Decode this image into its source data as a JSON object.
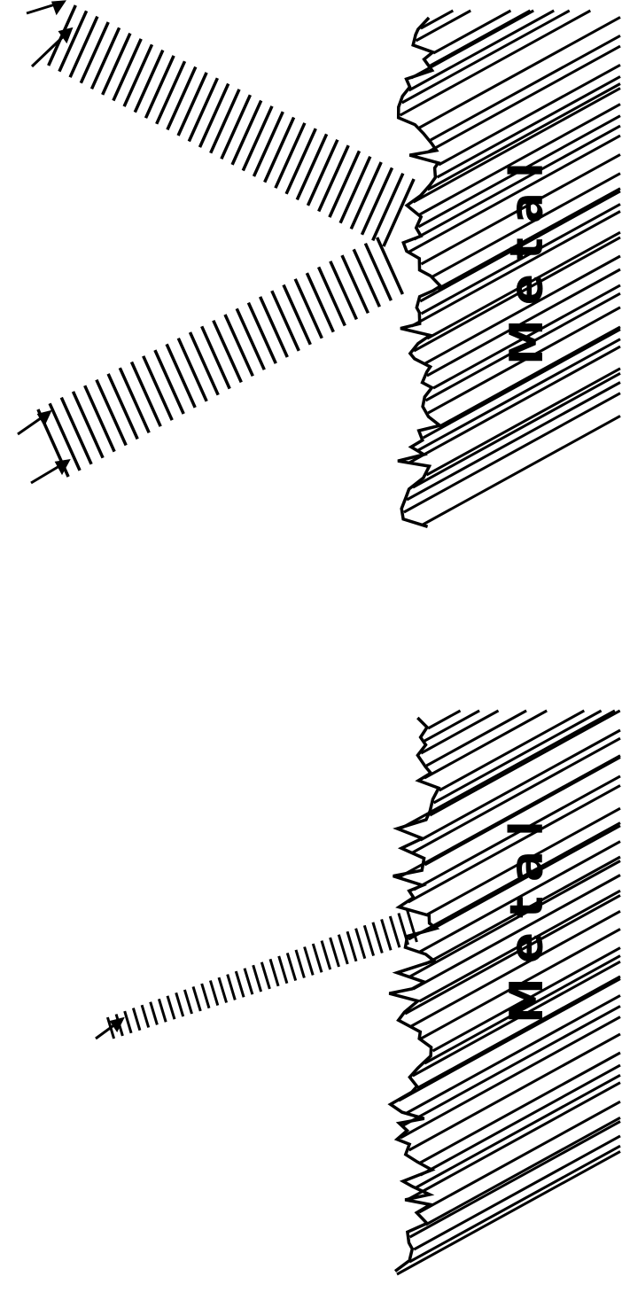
{
  "figure": {
    "colors": {
      "ink": "#000000",
      "background": "#ffffff"
    },
    "panels": [
      {
        "id": "top",
        "description_type": "broad incident beam with reflected beam and interference at rough surface",
        "material_label": "Metal",
        "incident_beam": "wide",
        "reflected_beam": "wide"
      },
      {
        "id": "bottom",
        "description_type": "narrow incident beam on rough surface",
        "material_label": "Metal",
        "incident_beam": "narrow"
      }
    ]
  }
}
